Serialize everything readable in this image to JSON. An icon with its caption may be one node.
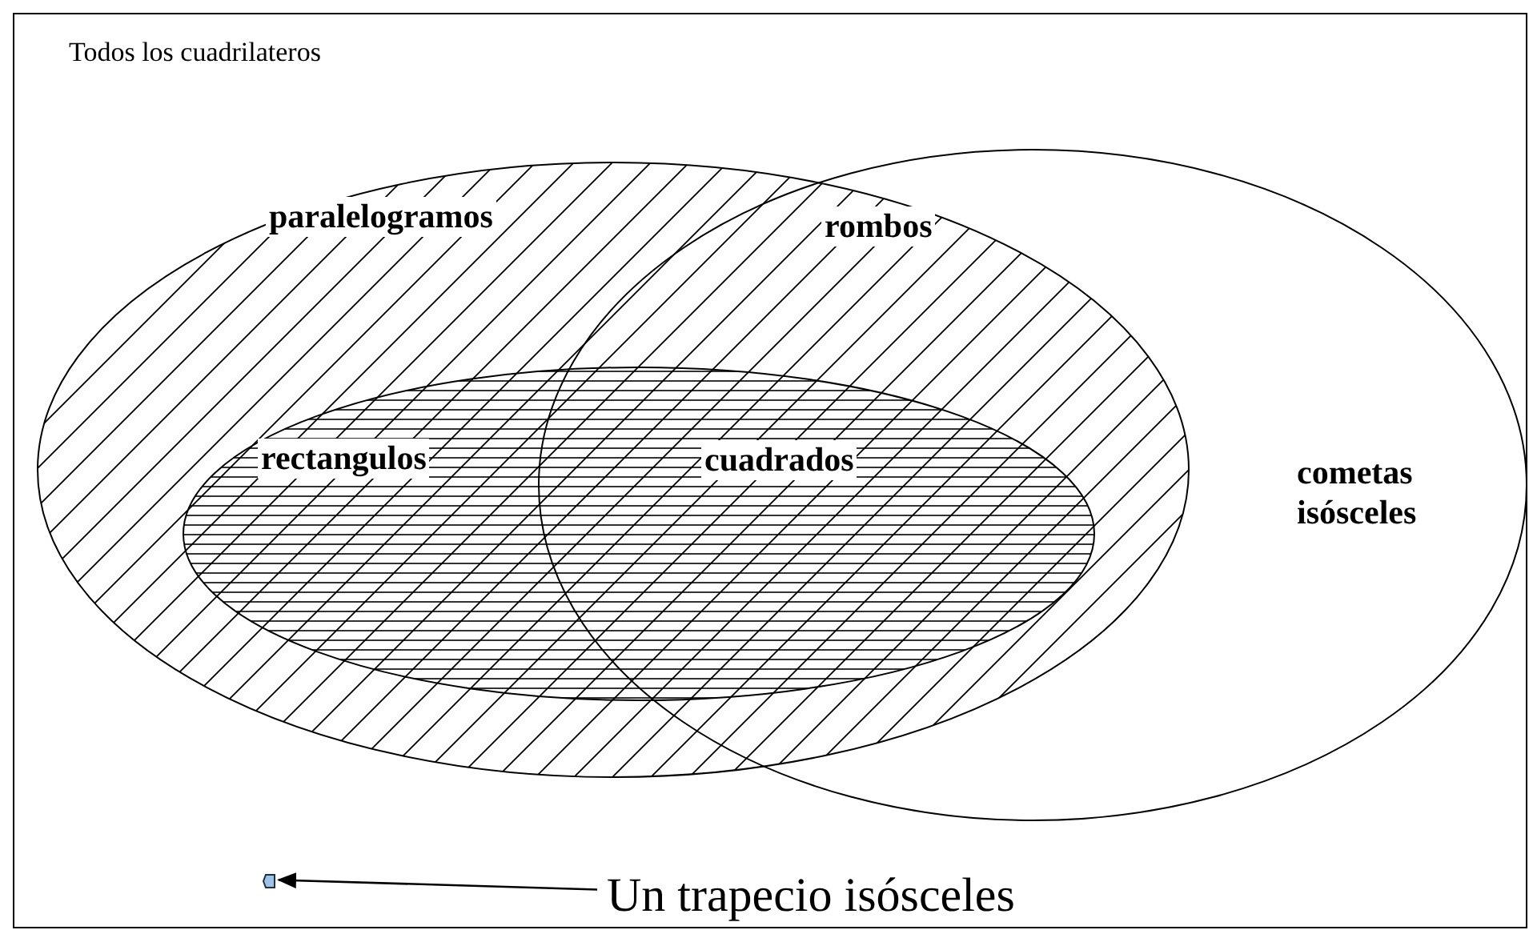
{
  "diagram": {
    "nodes": [
      {
        "text": [
          "Todos los cuadrilateros"
        ]
      },
      {
        "text": [
          "paralelogramos"
        ],
        "in": 0
      },
      {
        "text": [
          "rectangulos"
        ],
        "in": 1
      },
      {
        "text": [
          "cometas isósceles"
        ],
        "in": 0
      },
      {
        "text": [],
        "shape": "trapezoid",
        "in": 0
      },
      {
        "text": [
          "Un trapecio isósceles"
        ],
        "in": 0
      }
    ],
    "edges": [
      {
        "from": 5,
        "to": 4,
        "arrow": "to"
      }
    ],
    "labels": [
      "rombos",
      "cuadrados"
    ]
  }
}
